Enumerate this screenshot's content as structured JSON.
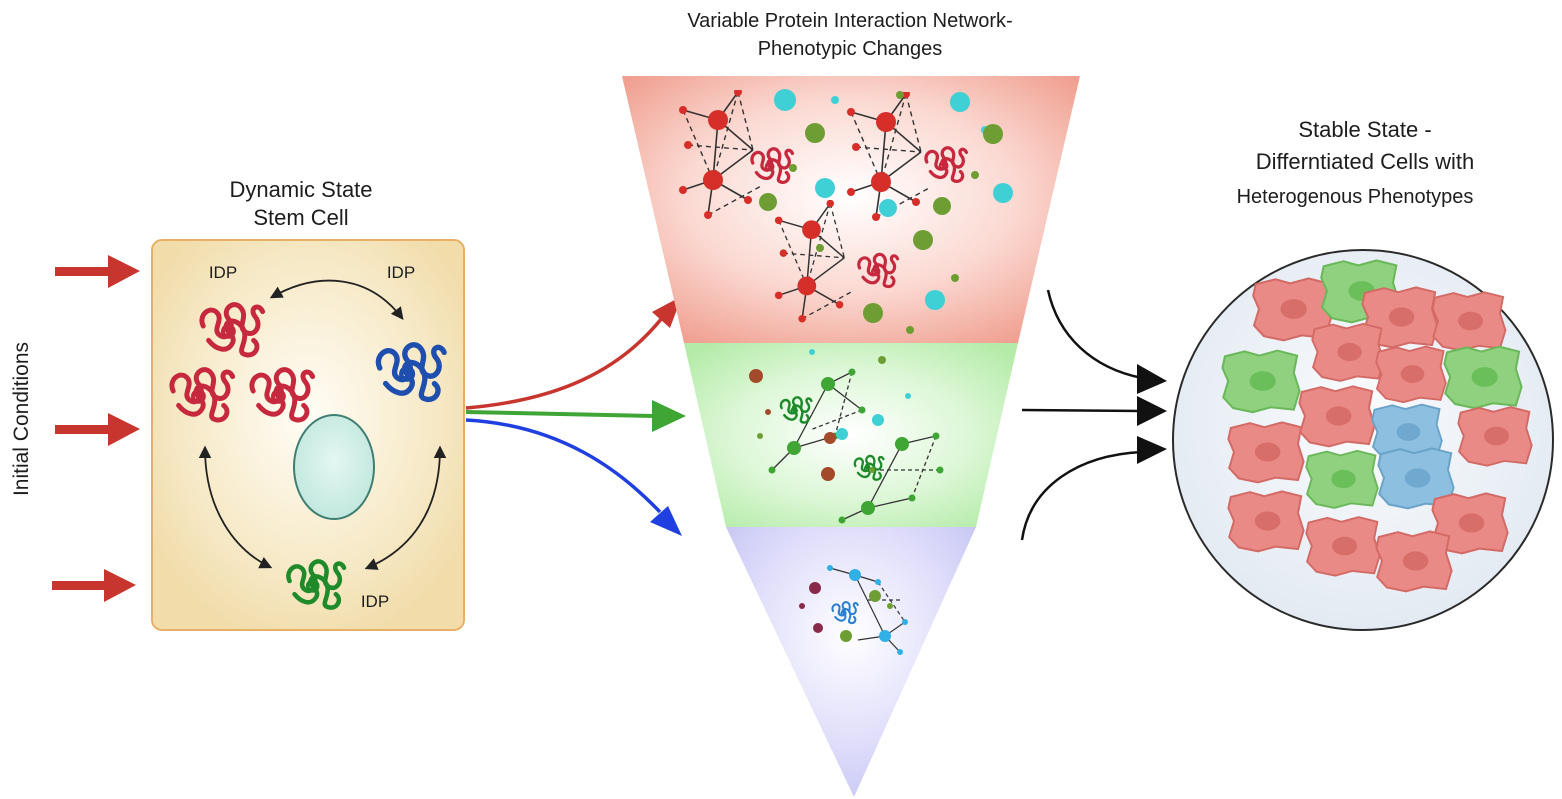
{
  "labels": {
    "initial_conditions": "Initial Conditions",
    "stem_title_line1": "Dynamic State",
    "stem_title_line2": "Stem Cell",
    "idp_top_left": "IDP",
    "idp_top_right": "IDP",
    "idp_bottom": "IDP",
    "network_title_line1": "Variable  Protein Interaction Network-",
    "network_title_line2": "Phenotypic Changes",
    "stable_title_line1": "Stable State -",
    "stable_title_line2": "Differntiated Cells with",
    "stable_title_line3": "Heterogenous Phenotypes"
  },
  "colors": {
    "red_arrow": "#c8352e",
    "green_arrow": "#3fa535",
    "blue_arrow": "#1f3fe0",
    "idp_red": "#c6283e",
    "idp_blue": "#1f4fae",
    "idp_green": "#1f8a2a",
    "stem_cell_fill": "#f6e6c0",
    "nucleus_fill": "#cdeee6",
    "funnel_red": "#f2a79b",
    "funnel_green": "#bff0b5",
    "funnel_blue": "#c7c7f5",
    "cell_red": "#e98a86",
    "cell_green": "#8fd17e",
    "cell_blue": "#8cbfe0",
    "dish_fill": "#eef3f8"
  },
  "cell_dish": {
    "cell_types": [
      "red",
      "green",
      "blue"
    ]
  }
}
